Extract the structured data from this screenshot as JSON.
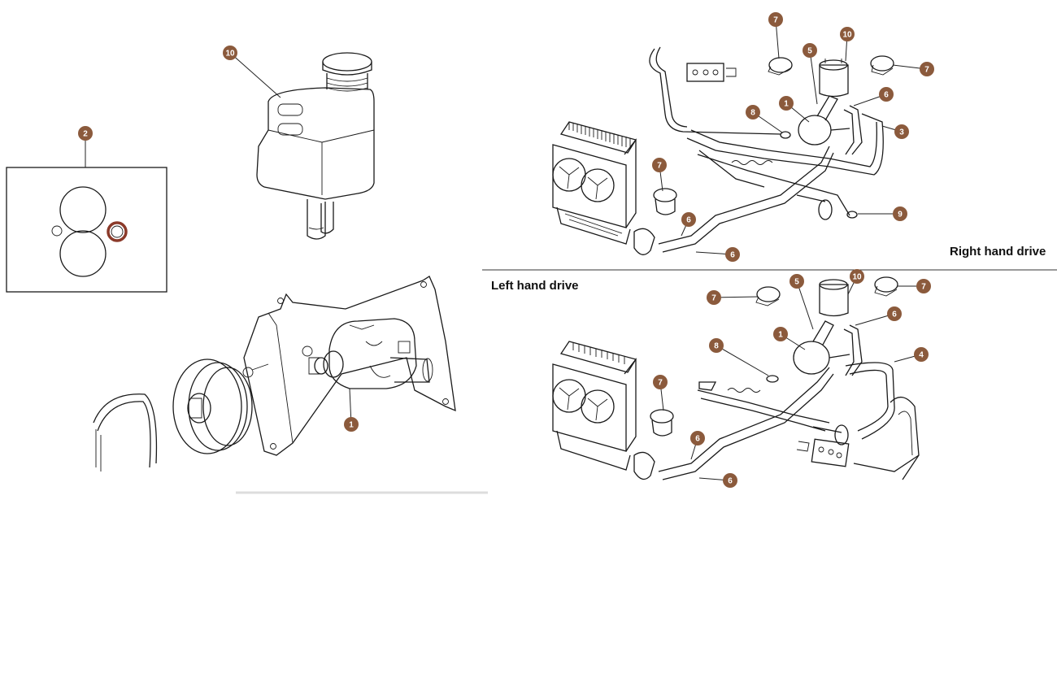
{
  "labels": {
    "rhd": "Right hand drive",
    "lhd": "Left hand drive"
  },
  "callouts": [
    {
      "id": "c-tank-10",
      "num": "10"
    },
    {
      "id": "c-kit-2",
      "num": "2"
    },
    {
      "id": "c-pump-1",
      "num": "1"
    },
    {
      "id": "c-rhd-7a",
      "num": "7"
    },
    {
      "id": "c-rhd-10",
      "num": "10"
    },
    {
      "id": "c-rhd-5",
      "num": "5"
    },
    {
      "id": "c-rhd-7b",
      "num": "7"
    },
    {
      "id": "c-rhd-6a",
      "num": "6"
    },
    {
      "id": "c-rhd-1",
      "num": "1"
    },
    {
      "id": "c-rhd-8",
      "num": "8"
    },
    {
      "id": "c-rhd-3",
      "num": "3"
    },
    {
      "id": "c-rhd-7c",
      "num": "7"
    },
    {
      "id": "c-rhd-6b",
      "num": "6"
    },
    {
      "id": "c-rhd-9",
      "num": "9"
    },
    {
      "id": "c-rhd-6c",
      "num": "6"
    },
    {
      "id": "c-lhd-7a",
      "num": "7"
    },
    {
      "id": "c-lhd-5",
      "num": "5"
    },
    {
      "id": "c-lhd-10",
      "num": "10"
    },
    {
      "id": "c-lhd-7b",
      "num": "7"
    },
    {
      "id": "c-lhd-6a",
      "num": "6"
    },
    {
      "id": "c-lhd-1",
      "num": "1"
    },
    {
      "id": "c-lhd-4",
      "num": "4"
    },
    {
      "id": "c-lhd-8",
      "num": "8"
    },
    {
      "id": "c-lhd-7c",
      "num": "7"
    },
    {
      "id": "c-lhd-6b",
      "num": "6"
    },
    {
      "id": "c-lhd-6c",
      "num": "6"
    }
  ],
  "colors": {
    "callout_fill": "#8b5a3c",
    "seal_highlight": "#8b3a2a",
    "line": "#1a1a1a"
  }
}
